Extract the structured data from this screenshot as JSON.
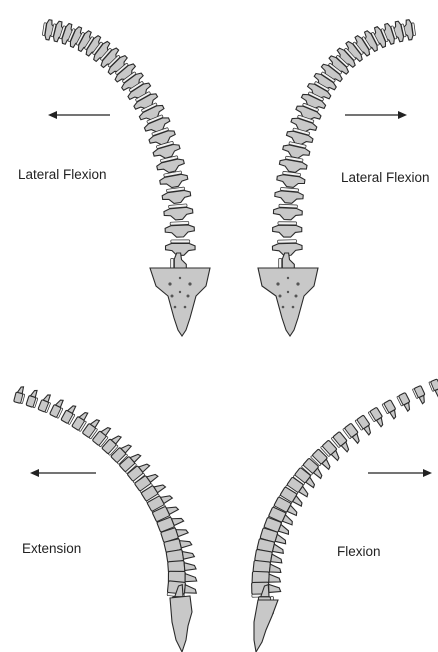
{
  "colors": {
    "bone_fill": "#c8c8c8",
    "outline": "#2b2b2b",
    "text": "#222222",
    "background": "#ffffff"
  },
  "panels": [
    {
      "id": "lateral-flexion-left",
      "label": "Lateral Flexion",
      "arrow_direction": "left"
    },
    {
      "id": "lateral-flexion-right",
      "label": "Lateral Flexion",
      "arrow_direction": "right"
    },
    {
      "id": "extension",
      "label": "Extension",
      "arrow_direction": "left"
    },
    {
      "id": "flexion",
      "label": "Flexion",
      "arrow_direction": "right"
    }
  ]
}
